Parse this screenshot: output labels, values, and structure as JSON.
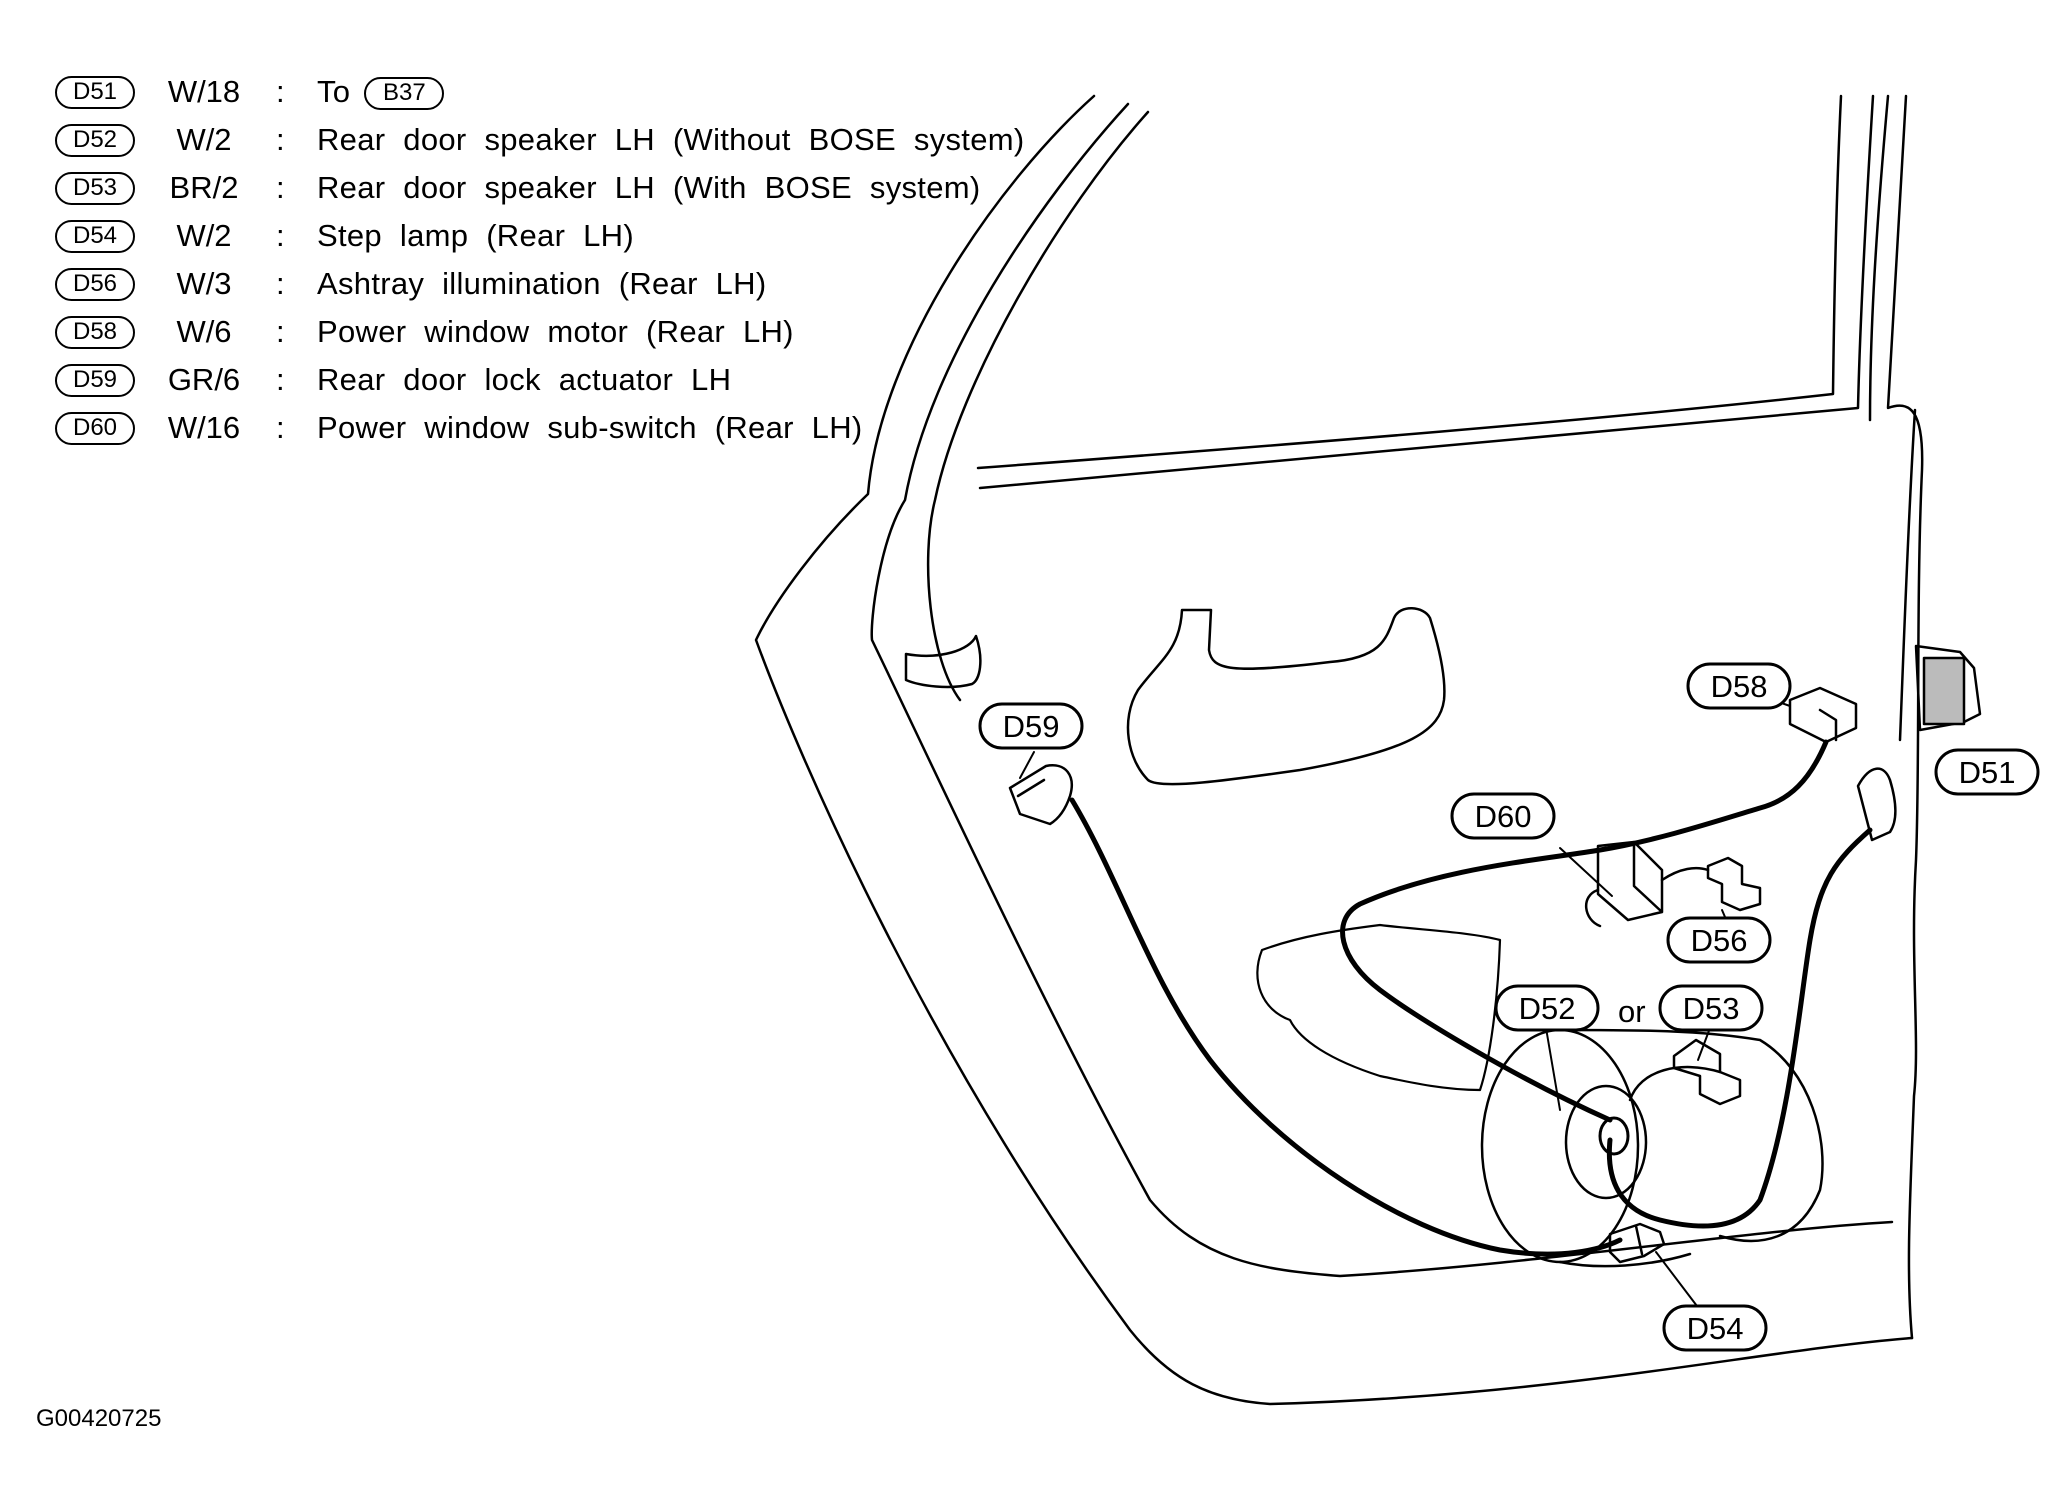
{
  "legend": [
    {
      "code": "D51",
      "wire": "W/18",
      "sep": ":",
      "desc": "To",
      "ref": "B37"
    },
    {
      "code": "D52",
      "wire": "W/2",
      "sep": ":",
      "desc": "Rear door speaker LH (Without BOSE system)"
    },
    {
      "code": "D53",
      "wire": "BR/2",
      "sep": ":",
      "desc": "Rear door speaker LH (With BOSE system)"
    },
    {
      "code": "D54",
      "wire": "W/2",
      "sep": ":",
      "desc": "Step lamp (Rear LH)"
    },
    {
      "code": "D56",
      "wire": "W/3",
      "sep": ":",
      "desc": "Ashtray illumination (Rear LH)"
    },
    {
      "code": "D58",
      "wire": "W/6",
      "sep": ":",
      "desc": "Power window motor (Rear LH)"
    },
    {
      "code": "D59",
      "wire": "GR/6",
      "sep": ":",
      "desc": "Rear door lock actuator LH"
    },
    {
      "code": "D60",
      "wire": "W/16",
      "sep": ":",
      "desc": "Power window sub-switch (Rear LH)"
    }
  ],
  "callouts": {
    "d59": "D59",
    "d58": "D58",
    "d51": "D51",
    "d60": "D60",
    "d56": "D56",
    "d52": "D52",
    "or": "or",
    "d53": "D53",
    "d54": "D54"
  },
  "figure_id": "G00420725",
  "colors": {
    "line": "#000000",
    "background": "#ffffff"
  }
}
